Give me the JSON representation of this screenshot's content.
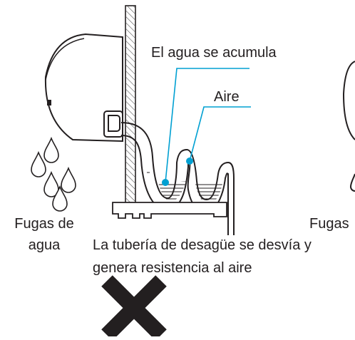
{
  "labels": {
    "water_accumulates": "El agua se acumula",
    "air": "Aire",
    "leak_left_line1": "Fugas de",
    "leak_left_line2": "agua",
    "leak_right_partial": "Fugas",
    "caption_line1": "La tubería de desagüe se desvía y",
    "caption_line2": "genera resistencia al aire"
  },
  "icons": {
    "water_drop": "water-drop-icon",
    "incorrect_mark": "x-mark-icon"
  },
  "colors": {
    "line": "#231f20",
    "callout": "#00a0d2",
    "hatch": "#555555",
    "background": "#ffffff"
  }
}
